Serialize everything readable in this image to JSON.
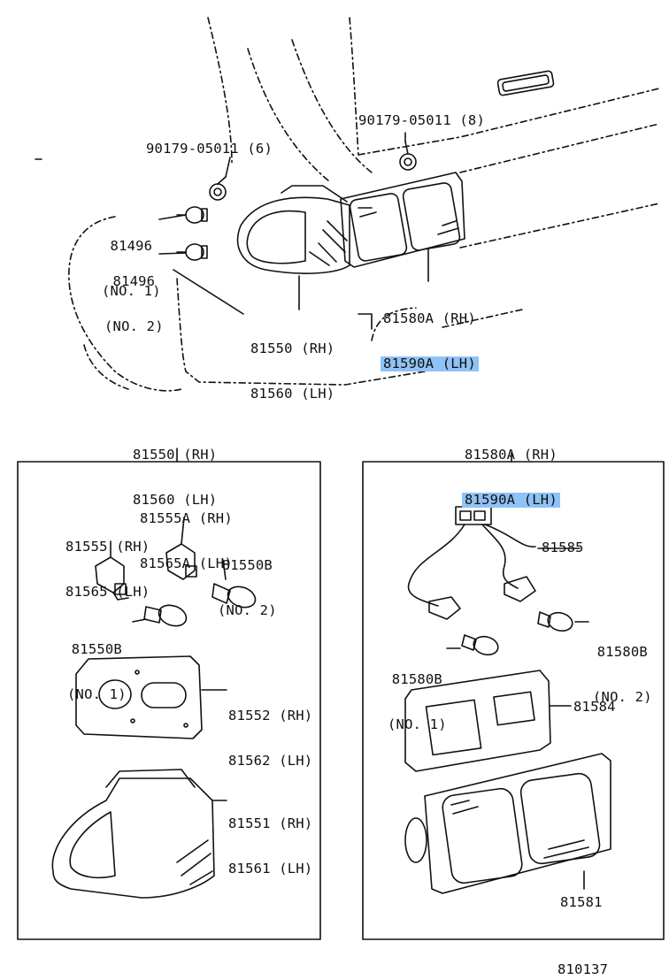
{
  "highlight_color": "#8fc2f5",
  "overview": {
    "clip_grommet_8": "90179-05011 (8)",
    "clip_grommet_6": "90179-05011 (6)",
    "socket_no1": {
      "part": "81496",
      "note": "(NO. 1)"
    },
    "socket_no2": {
      "part": "81496",
      "note": "(NO. 2)"
    },
    "rear_lamp_outer": {
      "rh": "81550 (RH)",
      "lh": "81560 (LH)"
    },
    "rear_lamp_inner": {
      "rh": "81580A (RH)",
      "lh": "81590A (LH)"
    }
  },
  "left_box": {
    "header": {
      "rh": "81550 (RH)",
      "lh": "81560 (LH)"
    },
    "socket_a": {
      "rh": "81555A (RH)",
      "lh": "81565A (LH)"
    },
    "socket": {
      "rh": "81555 (RH)",
      "lh": "81565 (LH)"
    },
    "bulb_no2": {
      "part": "81550B",
      "note": "(NO. 2)"
    },
    "bulb_no1": {
      "part": "81550B",
      "note": "(NO. 1)"
    },
    "gasket": {
      "rh": "81552 (RH)",
      "lh": "81562 (LH)"
    },
    "lens": {
      "rh": "81551 (RH)",
      "lh": "81561 (LH)"
    }
  },
  "right_box": {
    "header": {
      "rh": "81580A (RH)",
      "lh": "81590A (LH)"
    },
    "wire": "81585",
    "bulb_no2": {
      "part": "81580B",
      "note": "(NO. 2)"
    },
    "bulb_no1": {
      "part": "81580B",
      "note": "(NO. 1)"
    },
    "gasket": "81584",
    "lens": "81581"
  },
  "diagram_code": "810137"
}
